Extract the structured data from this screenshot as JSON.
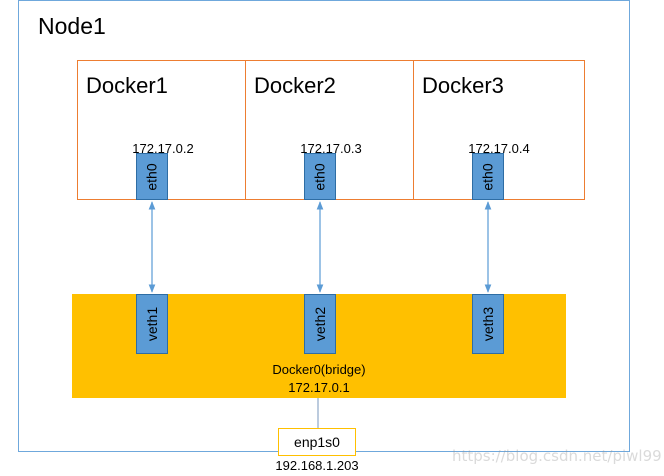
{
  "node": {
    "title": "Node1"
  },
  "containers": [
    {
      "title": "Docker1",
      "ip": "172.17.0.2",
      "iface": "eth0"
    },
    {
      "title": "Docker2",
      "ip": "172.17.0.3",
      "iface": "eth0"
    },
    {
      "title": "Docker3",
      "ip": "172.17.0.4",
      "iface": "eth0"
    }
  ],
  "bridge": {
    "veths": [
      "veth1",
      "veth2",
      "veth3"
    ],
    "name": "Docker0(bridge)",
    "ip": "172.17.0.1"
  },
  "host_nic": {
    "name": "enp1s0",
    "ip": "192.168.1.203"
  },
  "watermark": "https://blog.csdn.net/piwl99",
  "colors": {
    "node_border": "#6fa8dc",
    "container_border": "#ed7d31",
    "interface_fill": "#5b9bd5",
    "bridge_fill": "#ffc000",
    "link": "#5b9bd5"
  }
}
